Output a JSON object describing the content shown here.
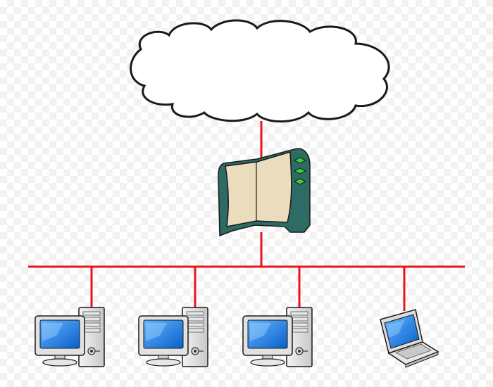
{
  "diagram": {
    "nodes": [
      {
        "id": "internet",
        "icon": "cloud-icon"
      },
      {
        "id": "router",
        "icon": "modem-icon"
      },
      {
        "id": "pc1",
        "icon": "desktop-computer-icon"
      },
      {
        "id": "pc2",
        "icon": "desktop-computer-icon"
      },
      {
        "id": "pc3",
        "icon": "desktop-computer-icon"
      },
      {
        "id": "laptop",
        "icon": "laptop-icon"
      }
    ],
    "links": [
      {
        "from": "internet",
        "to": "router"
      },
      {
        "from": "router",
        "to": "bus"
      },
      {
        "from": "bus",
        "to": "pc1"
      },
      {
        "from": "bus",
        "to": "pc2"
      },
      {
        "from": "bus",
        "to": "pc3"
      },
      {
        "from": "bus",
        "to": "laptop"
      }
    ],
    "colors": {
      "link": "#e8141c",
      "cloud_fill": "#ffffff",
      "outline": "#1a1a1a",
      "modem_body": "#2e6b64",
      "modem_panel": "#eadcbd",
      "modem_led": "#36d33a",
      "screen": "#1a7de0",
      "case": "#dcdcdc"
    }
  }
}
